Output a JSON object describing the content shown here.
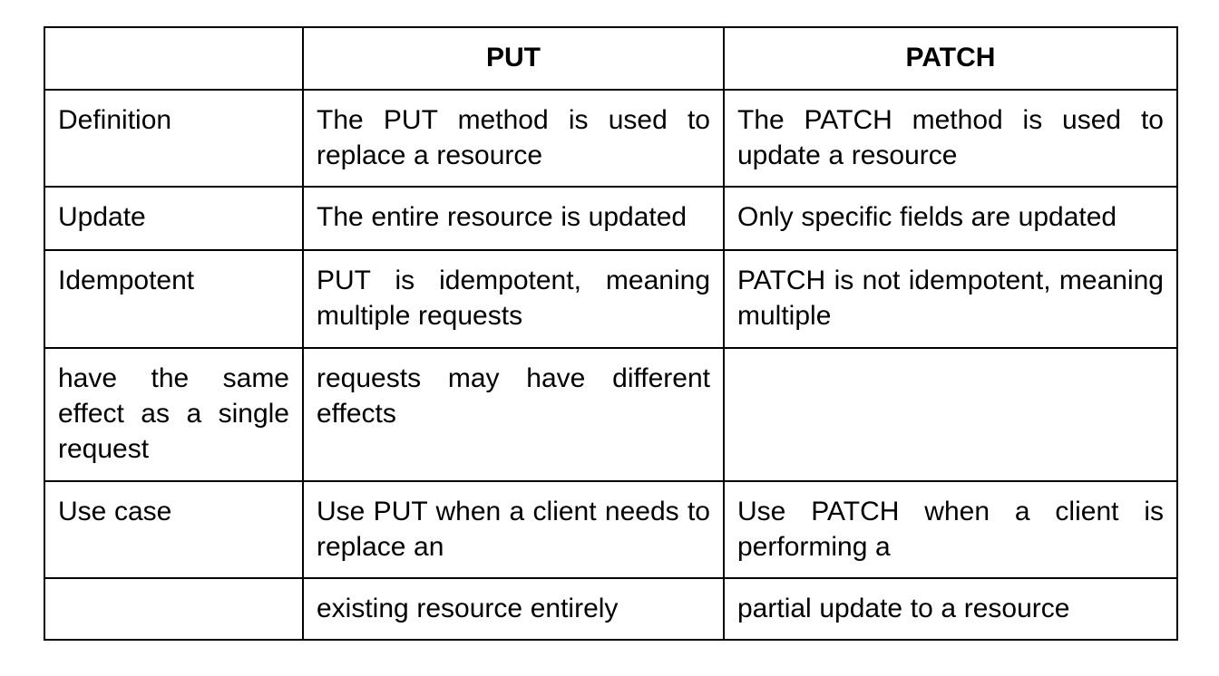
{
  "page": {
    "background_color": "#ffffff",
    "text_color": "#000000",
    "border_color": "#000000"
  },
  "table": {
    "columns": [
      "",
      "PUT",
      "PATCH"
    ],
    "rows": [
      {
        "label": "Definition",
        "put": "The PUT method is used to replace a resource",
        "patch": "The PATCH method is used to update a resource"
      },
      {
        "label": "Update",
        "put": "The entire resource is updated",
        "patch": "Only specific fields are updated"
      },
      {
        "label": "Idempotent",
        "put": "PUT is idempotent, meaning multiple requests",
        "patch": "PATCH is not idempotent, meaning multiple"
      },
      {
        "label": "have the same effect as a single request",
        "put": "requests may have different effects",
        "patch": ""
      },
      {
        "label": "Use case",
        "put": "Use PUT when a client needs to replace an",
        "patch": "Use PATCH when a client is performing a"
      },
      {
        "label": "",
        "put": "existing resource entirely",
        "patch": "partial update to a resource"
      }
    ]
  }
}
